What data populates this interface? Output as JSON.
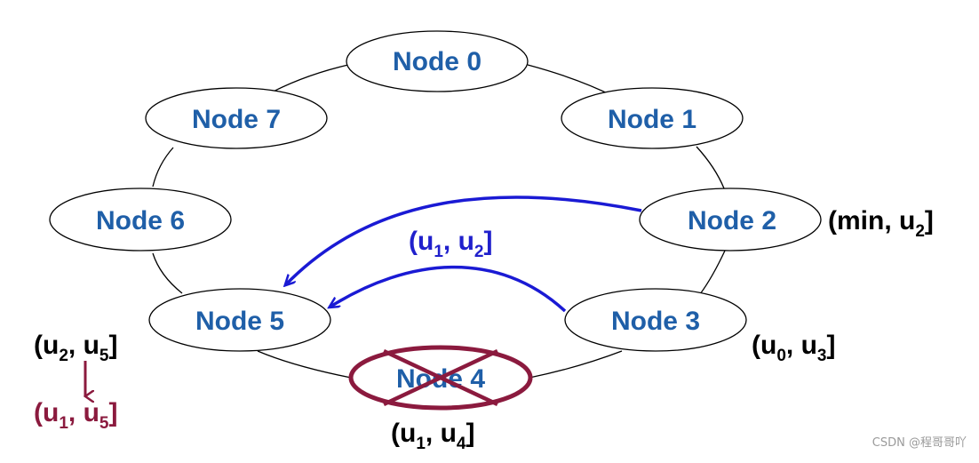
{
  "diagram": {
    "nodes": [
      {
        "id": "node-0",
        "label": "Node 0"
      },
      {
        "id": "node-1",
        "label": "Node 1"
      },
      {
        "id": "node-2",
        "label": "Node 2"
      },
      {
        "id": "node-3",
        "label": "Node 3"
      },
      {
        "id": "node-4",
        "label": "Node 4"
      },
      {
        "id": "node-5",
        "label": "Node 5"
      },
      {
        "id": "node-6",
        "label": "Node 6"
      },
      {
        "id": "node-7",
        "label": "Node 7"
      }
    ],
    "crossed_node": "Node 4",
    "labels": {
      "node2": {
        "open": "(min, u",
        "sub": "2",
        "close": "]"
      },
      "node3": {
        "open": "(u",
        "sub1": "0",
        "mid": ", u",
        "sub2": "3",
        "close": "]"
      },
      "node4": {
        "open": "(u",
        "sub1": "1",
        "mid": ", u",
        "sub2": "4",
        "close": "]"
      },
      "node5_before": {
        "open": "(u",
        "sub1": "2",
        "mid": ", u",
        "sub2": "5",
        "close": "]"
      },
      "node5_after": {
        "open": "(u",
        "sub1": "1",
        "mid": ", u",
        "sub2": "5",
        "close": "]"
      },
      "arrows": {
        "open": "(u",
        "sub1": "1",
        "mid": ", u",
        "sub2": "2",
        "close": "]"
      }
    },
    "colors": {
      "node_text": "#1f5fa8",
      "arrow": "#1a1ad4",
      "cross": "#8b1a3e",
      "ring": "#000000"
    }
  },
  "watermark": "CSDN @程哥哥吖"
}
